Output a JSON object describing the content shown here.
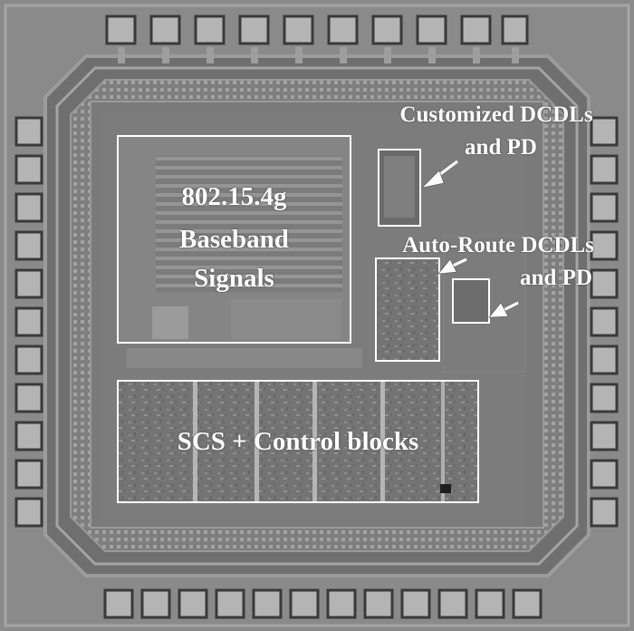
{
  "die_photo": {
    "colors": {
      "die_background": "#8a8a8a",
      "pad": "#b4b4b4",
      "pad_border": "#3a3a3a",
      "ring": "#6f6f6f",
      "core": "#7a7a7a",
      "highlight_box": "#ffffff"
    },
    "labels": {
      "baseband_line1": "802.15.4g",
      "baseband_line2": "Baseband",
      "baseband_line3": "Signals",
      "customized_line1": "Customized DCDLs",
      "customized_line2": "and PD",
      "autoroute_line1": "Auto-Route DCDLs",
      "autoroute_line2": "and PD",
      "scs": "SCS + Control blocks"
    }
  }
}
